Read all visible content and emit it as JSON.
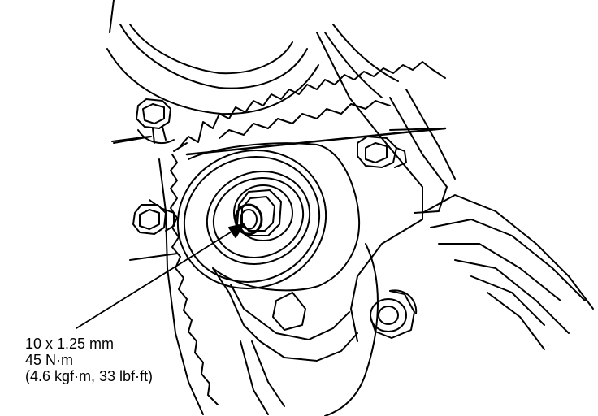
{
  "callout": {
    "line1": "10 x 1.25 mm",
    "line2": "45 N·m",
    "line3": "(4.6 kgf·m, 33 lbf·ft)"
  },
  "colors": {
    "ink": "#000000",
    "paper": "#ffffff"
  },
  "icons": [
    "tensioner-pulley",
    "bolt",
    "timing-belt",
    "pointer-arrow"
  ]
}
